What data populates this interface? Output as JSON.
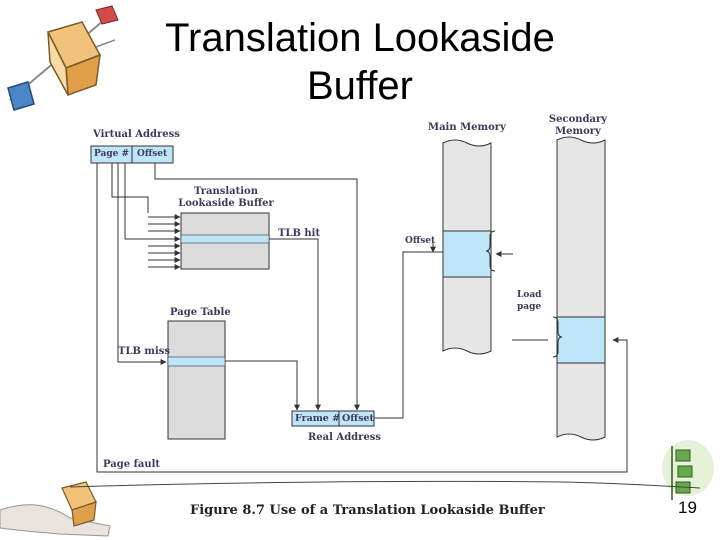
{
  "slide": {
    "title": "Translation Lookaside Buffer",
    "page_number": "19"
  },
  "diagram": {
    "virtual_address": "Virtual Address",
    "page_num": "Page #",
    "offset": "Offset",
    "tlb_title_line1": "Translation",
    "tlb_title_line2": "Lookaside Buffer",
    "tlb_hit": "TLB hit",
    "offset_label": "Offset",
    "main_memory": "Main Memory",
    "secondary_memory_line1": "Secondary",
    "secondary_memory_line2": "Memory",
    "load_page_line1": "Load",
    "load_page_line2": "page",
    "page_table": "Page Table",
    "tlb_miss": "TLB miss",
    "frame_num": "Frame #",
    "frame_offset": "Offset",
    "real_address": "Real Address",
    "page_fault": "Page fault",
    "caption": "Figure 8.7  Use of a Translation Lookaside Buffer"
  },
  "colors": {
    "highlight": "#bfe6f8",
    "box_fill": "#dcdcdc",
    "memory_fill": "#e6e6e6",
    "line": "#333333"
  }
}
